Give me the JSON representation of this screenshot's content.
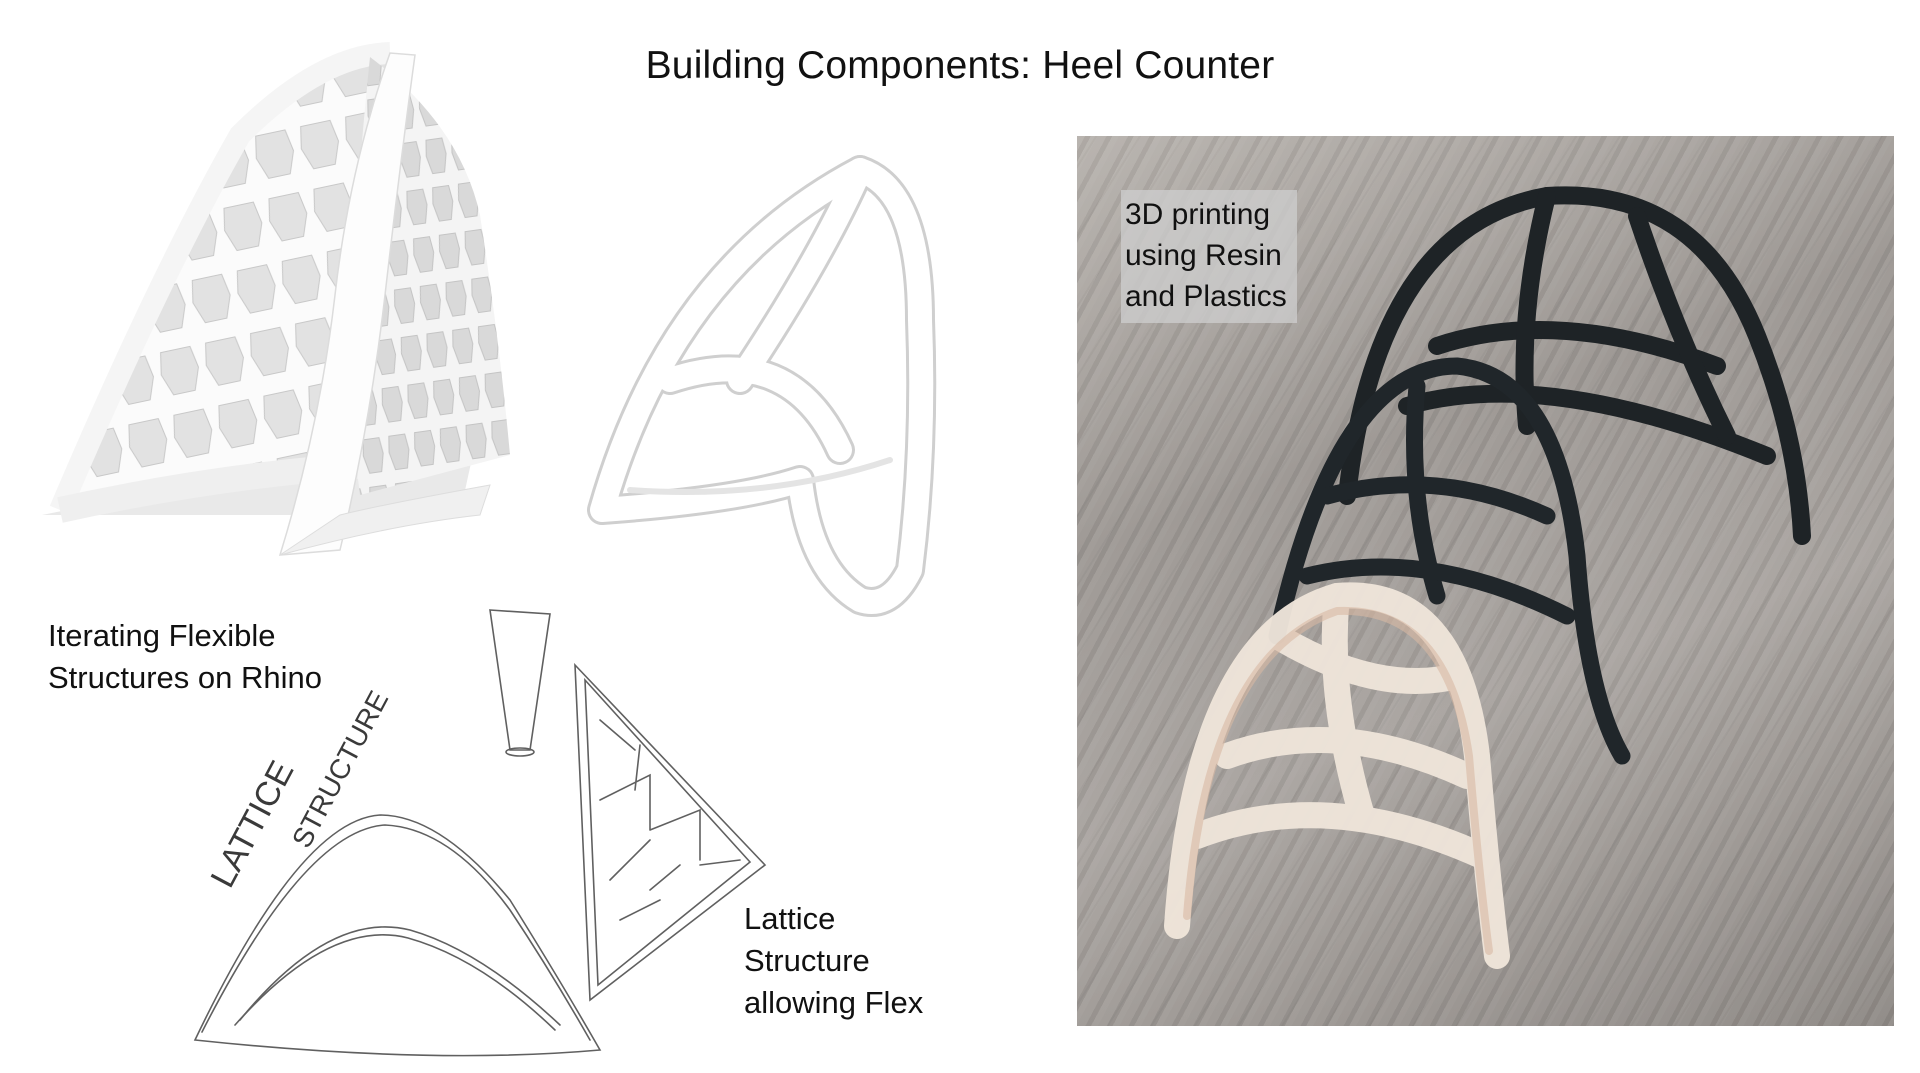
{
  "page": {
    "title": "Building Components: Heel Counter"
  },
  "captions": {
    "rhino": [
      "Iterating Flexible",
      "Structures on Rhino"
    ],
    "lattice": [
      "Lattice",
      "Structure",
      "allowing Flex"
    ],
    "printing": [
      "3D printing",
      "using Resin",
      "and Plastics"
    ]
  },
  "sketch": {
    "handwriting_1": "LATTICE",
    "handwriting_2": "STRUCTURE"
  },
  "colors": {
    "model_white": "#f2f2f2",
    "model_shadow": "#d6d6d6",
    "resin_black": "#1e2326",
    "resin_clear": "#efe6dc",
    "pencil": "#555555"
  }
}
